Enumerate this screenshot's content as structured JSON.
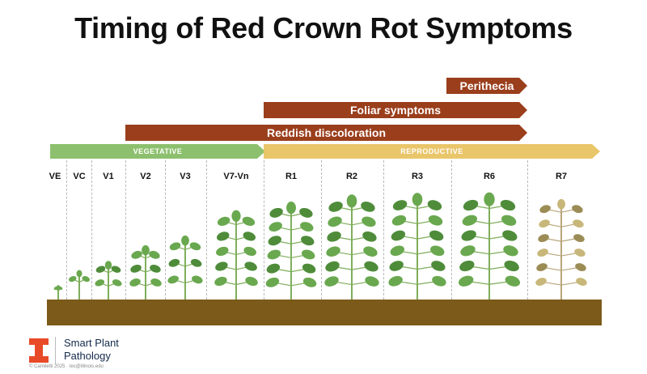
{
  "title": "Timing of Red Crown Rot Symptoms",
  "symptom_bars": [
    {
      "label": "Perithecia"
    },
    {
      "label": "Foliar symptoms"
    },
    {
      "label": "Reddish discoloration"
    }
  ],
  "phases": [
    {
      "label": "VEGETATIVE",
      "color": "#8dc06e"
    },
    {
      "label": "REPRODUCTIVE",
      "color": "#e9c66a"
    }
  ],
  "stages": [
    "VE",
    "VC",
    "V1",
    "V2",
    "V3",
    "V7-Vn",
    "R1",
    "R2",
    "R3",
    "R6",
    "R7"
  ],
  "colors": {
    "symptom_bar": "#9a3e1c",
    "ground": "#7b5a1a",
    "leaf_green": "#6aa84f",
    "leaf_dark": "#4f8c3a",
    "stem": "#7fae5b",
    "senescent_leaf": "#c8b77a",
    "logo_orange": "#e84a27"
  },
  "footer": {
    "brand_line1": "Smart Plant",
    "brand_line2": "Pathology",
    "copyright": "© Camiletti 2025 · tec@illinois.edu",
    "logo_icon": "illinois-block-i-icon"
  }
}
